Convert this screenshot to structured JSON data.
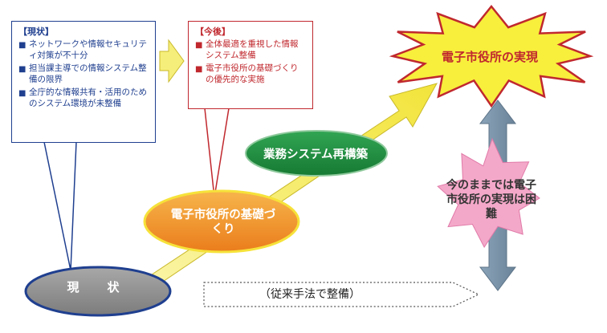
{
  "current_box": {
    "title": "【現状】",
    "items": [
      "ネットワークや情報セキュリティ対策が不十分",
      "担当課主導での情報システム整備の限界",
      "全庁的な情報共有・活用のためのシステム環境が未整備"
    ]
  },
  "future_box": {
    "title": "【今後】",
    "items": [
      "全体最適を重視した情報システム整備",
      "電子市役所の基礎づくりの優先的な実施"
    ]
  },
  "stages": {
    "current": "現　状",
    "foundation": "電子市役所の基礎づくり",
    "rebuild": "業務システム再構築"
  },
  "goal": "電子市役所の実現",
  "difficulty": "今のままでは電子市役所の実現は困難",
  "traditional": "（従来手法で整備）",
  "bullet": "■",
  "colors": {
    "navy": "#1f3f8f",
    "red": "#c0282e",
    "yellow_arrow": "#f6ee7a",
    "orange_ellipse": "#f29a2e",
    "green_ellipse": "#1f8a3e",
    "gray_ellipse": "#8f8f8f",
    "pink_burst": "#f4a8c9",
    "yellow_burst": "#f8ee3c",
    "steel_arrow": "#7790a6"
  }
}
